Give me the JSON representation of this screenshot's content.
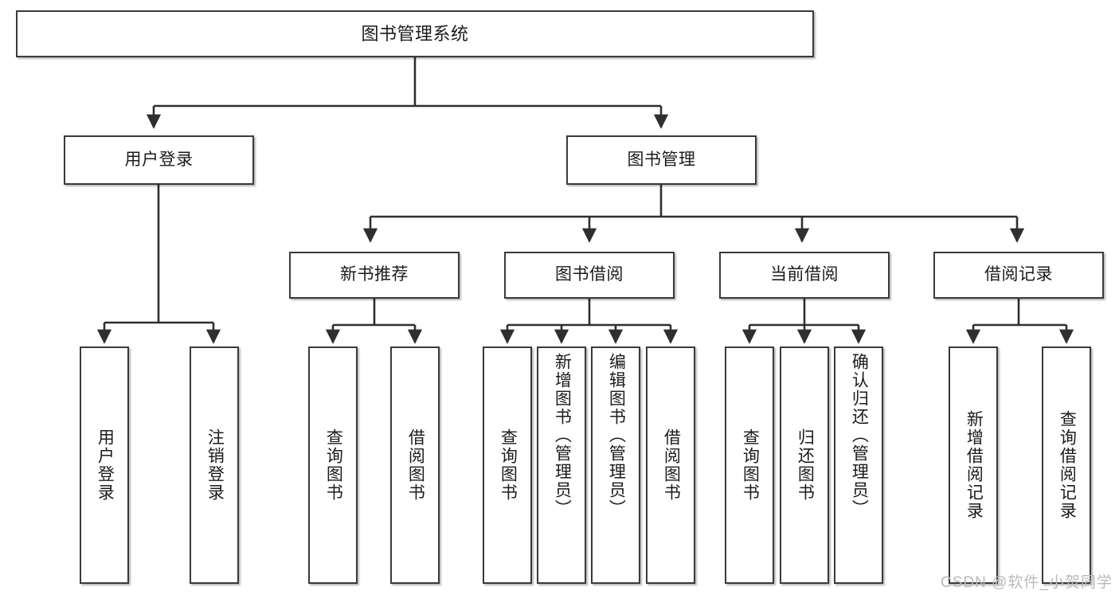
{
  "diagram": {
    "title": "图书管理系统",
    "type": "hierarchy-tree",
    "root": {
      "id": "root",
      "label": "图书管理系统"
    },
    "level2": [
      {
        "id": "user-login",
        "label": "用户登录"
      },
      {
        "id": "book-management",
        "label": "图书管理"
      }
    ],
    "level3": [
      {
        "id": "new-book-recommend",
        "label": "新书推荐"
      },
      {
        "id": "book-borrow",
        "label": "图书借阅"
      },
      {
        "id": "current-borrow",
        "label": "当前借阅"
      },
      {
        "id": "borrow-record",
        "label": "借阅记录"
      }
    ],
    "leaves": {
      "user_login": [
        {
          "id": "leaf-user-login",
          "label": "用户登录"
        },
        {
          "id": "leaf-logout-login",
          "label": "注销登录"
        }
      ],
      "new_book_recommend": [
        {
          "id": "leaf-query-book-1",
          "label": "查询图书"
        },
        {
          "id": "leaf-borrow-book-1",
          "label": "借阅图书"
        }
      ],
      "book_borrow": [
        {
          "id": "leaf-query-book-2",
          "label": "查询图书"
        },
        {
          "id": "leaf-add-book",
          "label": "新增图书（管理员）"
        },
        {
          "id": "leaf-edit-book",
          "label": "编辑图书（管理员）"
        },
        {
          "id": "leaf-borrow-book-2",
          "label": "借阅图书"
        }
      ],
      "current_borrow": [
        {
          "id": "leaf-query-book-3",
          "label": "查询图书"
        },
        {
          "id": "leaf-return-book",
          "label": "归还图书"
        },
        {
          "id": "leaf-confirm-return",
          "label": "确认归还（管理员）"
        }
      ],
      "borrow_record": [
        {
          "id": "leaf-add-record",
          "label": "新增借阅记录"
        },
        {
          "id": "leaf-query-record",
          "label": "查询借阅记录"
        }
      ]
    }
  },
  "watermark": {
    "text": "CSDN @软件_小贺同学"
  },
  "colors": {
    "box_border": "#3a3a3a",
    "box_fill": "#ffffff",
    "connector": "#2f2f2f",
    "text": "#1b1b1b",
    "watermark": "#b9b9b9"
  }
}
